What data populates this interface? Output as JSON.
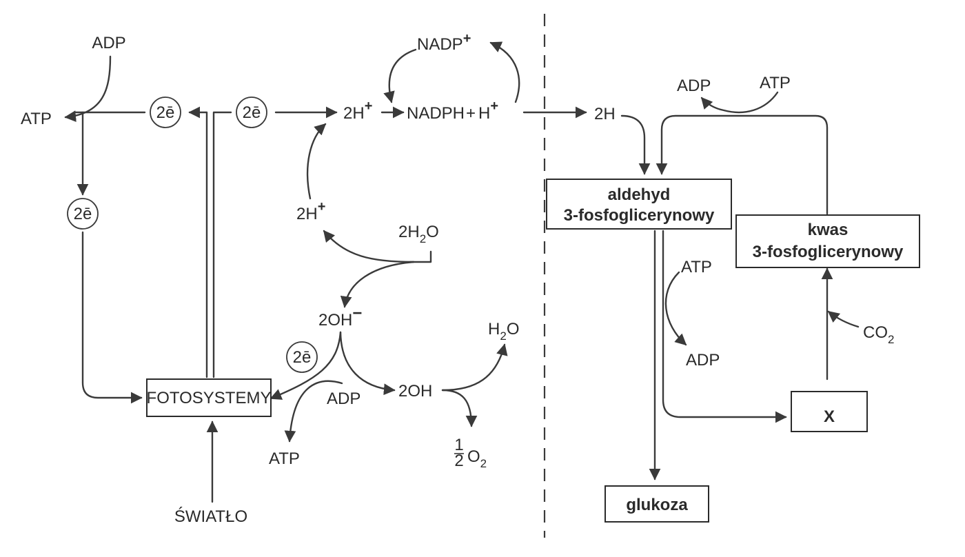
{
  "left": {
    "adp_top": "ADP",
    "atp_left": "ATP",
    "electron_1": "2ē",
    "electron_2": "2ē",
    "electron_3": "2ē",
    "electron_4": "2ē",
    "h2_plus_1": "2H",
    "h2_plus_1_sup": "+",
    "nadp": "NADP",
    "nadp_sup": "+",
    "nadph": "NADPH",
    "plus": "+",
    "h_plus": "H",
    "h_plus_sup": "+",
    "h2_plus_2": "2H",
    "h2_plus_2_sup": "+",
    "water_a": "2H",
    "water_sub": "2",
    "water_b": "O",
    "hydroxide": "2OH",
    "hydroxide_sup": "−",
    "fotosystemy": "FOTOSYSTEMY",
    "adp_mid": "ADP",
    "atp_bottom": "ATP",
    "oh_radical": "2OH",
    "h2o_out_a": "H",
    "h2o_out_sub": "2",
    "h2o_out_b": "O",
    "frac_num": "1",
    "frac_den": "2",
    "o2": "O",
    "o2_sub": "2",
    "swiatlo": "ŚWIATŁO"
  },
  "right": {
    "h2": "2H",
    "adp_top": "ADP",
    "atp_top": "ATP",
    "aldehyd_line1": "aldehyd",
    "aldehyd_line2": "3-fosfoglicerynowy",
    "kwas_line1": "kwas",
    "kwas_line2": "3-fosfoglicerynowy",
    "atp_mid": "ATP",
    "adp_mid": "ADP",
    "co2": "CO",
    "co2_sub": "2",
    "x_box": "X",
    "glukoza": "glukoza"
  },
  "colors": {
    "ink": "#2a2a2a",
    "line": "#3a3a3a",
    "background": "#ffffff"
  }
}
